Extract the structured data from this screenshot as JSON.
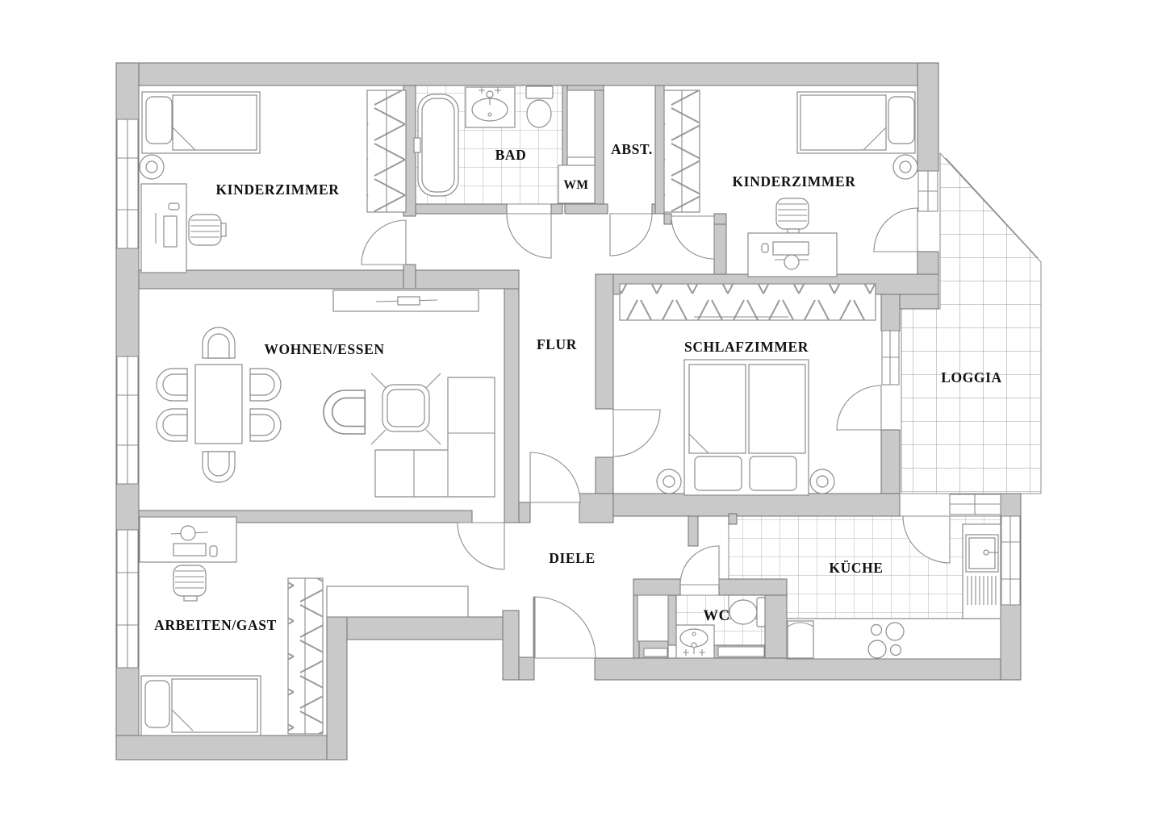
{
  "rooms": {
    "kinderzimmer_left": {
      "label": "KINDERZIMMER"
    },
    "bad": {
      "label": "BAD"
    },
    "wm": {
      "label": "WM"
    },
    "abst": {
      "label": "ABST."
    },
    "kinderzimmer_right": {
      "label": "KINDERZIMMER"
    },
    "wohnen_essen": {
      "label": "WOHNEN/ESSEN"
    },
    "flur": {
      "label": "FLUR"
    },
    "schlafzimmer": {
      "label": "SCHLAFZIMMER"
    },
    "loggia": {
      "label": "LOGGIA"
    },
    "arbeiten_gast": {
      "label": "ARBEITEN/GAST"
    },
    "diele": {
      "label": "DIELE"
    },
    "wc": {
      "label": "WC"
    },
    "kueche": {
      "label": "KÜCHE"
    }
  },
  "colors": {
    "wall": "#c9c9c9",
    "wall-outline": "#6f6f6f",
    "line": "#8c8c8c",
    "tile": "#b3b3b3",
    "label": "#111111",
    "background": "#ffffff"
  }
}
